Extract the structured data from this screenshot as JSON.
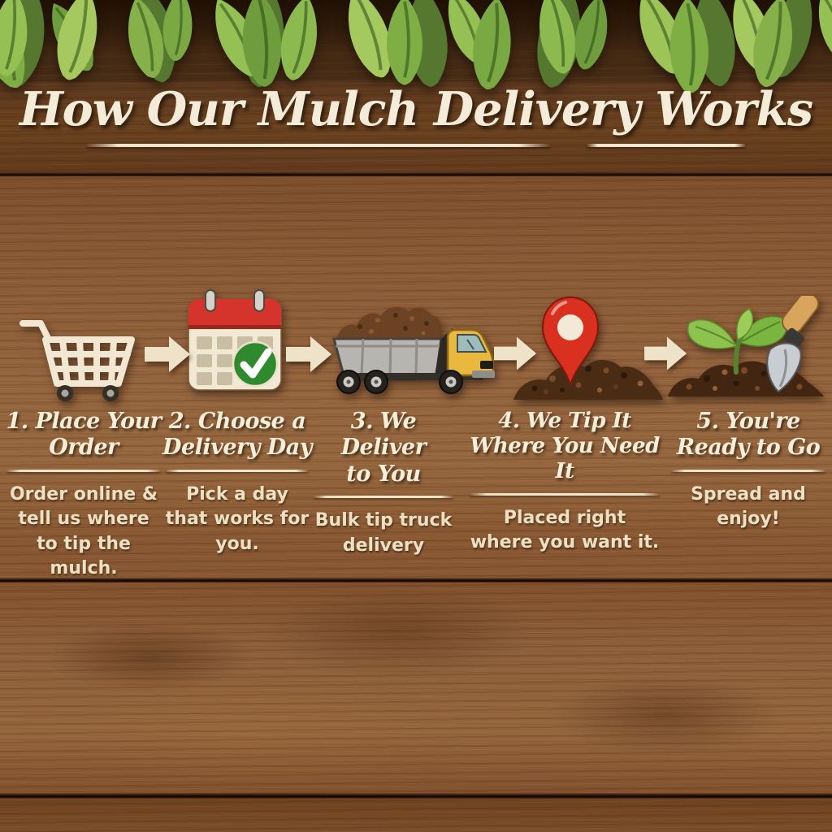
{
  "title": "How Our Mulch Delivery Works",
  "steps": [
    {
      "number": 1,
      "icon": "shopping-cart-icon",
      "heading": "1. Place Your Order",
      "heading_lines": [
        "1. Place Your",
        "Order"
      ],
      "description": "Order online & tell us where to tip the mulch.",
      "description_lines": [
        "Order online &",
        "tell us where",
        "to tip the mulch."
      ]
    },
    {
      "number": 2,
      "icon": "calendar-check-icon",
      "heading": "2. Choose a Delivery Day",
      "heading_lines": [
        "2. Choose a",
        "Delivery Day"
      ],
      "description": "Pick a day that works for you.",
      "description_lines": [
        "Pick a day",
        "that works for you."
      ]
    },
    {
      "number": 3,
      "icon": "dump-truck-icon",
      "heading": "3. We Deliver to You",
      "heading_lines": [
        "3. We Deliver",
        "to You"
      ],
      "description": "Bulk tip truck delivery",
      "description_lines": [
        "Bulk tip truck",
        "delivery"
      ]
    },
    {
      "number": 4,
      "icon": "location-pin-mulch-pile-icon",
      "heading": "4. We Tip It Where You Need It",
      "heading_lines": [
        "4. We Tip It",
        "Where You Need It"
      ],
      "description": "Placed right where you want it.",
      "description_lines": [
        "Placed right",
        "where you want it."
      ]
    },
    {
      "number": 5,
      "icon": "seedling-and-trowel-icon",
      "heading": "5. You're Ready to Go",
      "heading_lines": [
        "5. You're",
        "Ready to Go"
      ],
      "description": "Spread and enjoy!",
      "description_lines": [
        "Spread and",
        "enjoy!"
      ]
    }
  ],
  "connector_icon": "arrow-right-icon",
  "decoration": "green-leaf-border-top",
  "colors": {
    "wood_brown": "#8a5a33",
    "cream_text": "#f3ebd6",
    "leaf_green": "#86b14a",
    "calendar_red": "#d5342c",
    "check_green": "#2e8a2c",
    "truck_yellow": "#e9b93f",
    "pin_red": "#d93020",
    "mulch_brown": "#4a2c15"
  }
}
